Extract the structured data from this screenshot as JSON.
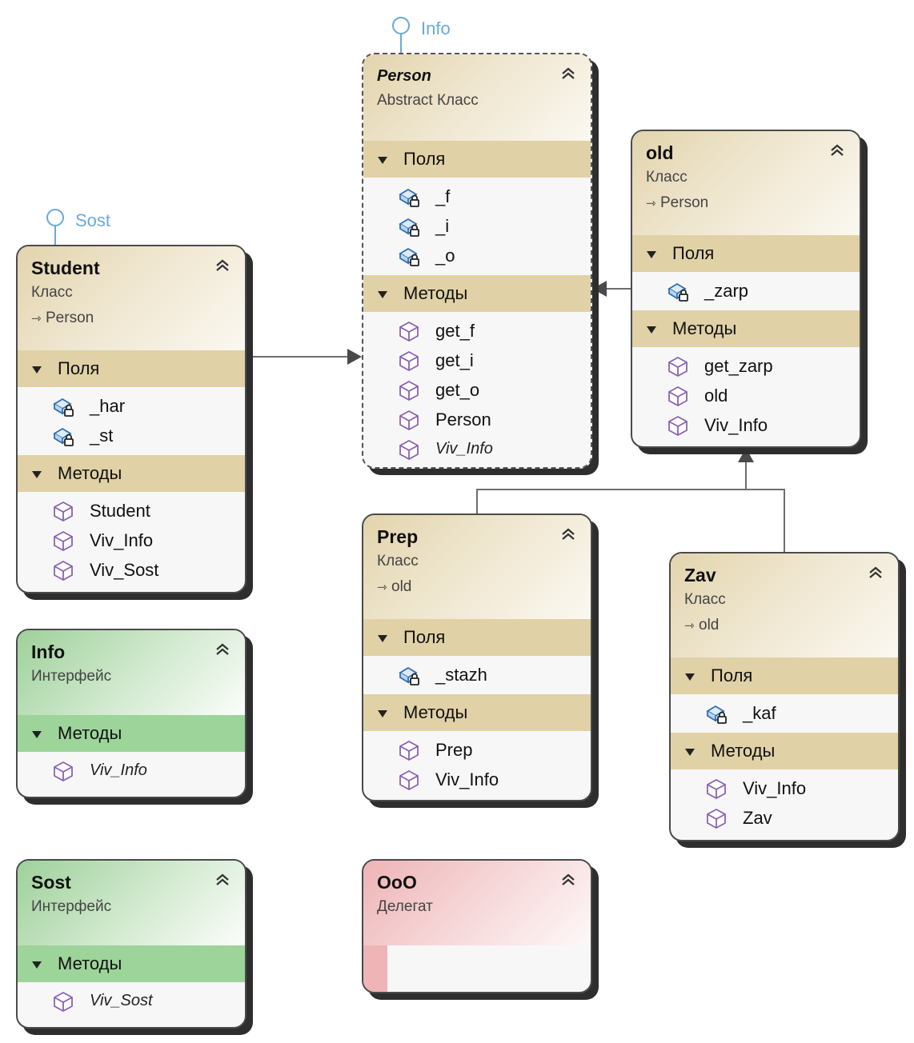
{
  "lollipops": {
    "info": "Info",
    "sost": "Sost"
  },
  "person": {
    "name": "Person",
    "kind": "Abstract Класс",
    "fields_label": "Поля",
    "fields": [
      "_f",
      "_i",
      "_o"
    ],
    "methods_label": "Методы",
    "methods": [
      "get_f",
      "get_i",
      "get_o",
      "Person",
      "Viv_Info"
    ]
  },
  "old": {
    "name": "old",
    "kind": "Класс",
    "base": "Person",
    "fields_label": "Поля",
    "fields": [
      "_zarp"
    ],
    "methods_label": "Методы",
    "methods": [
      "get_zarp",
      "old",
      "Viv_Info"
    ]
  },
  "student": {
    "name": "Student",
    "kind": "Класс",
    "base": "Person",
    "fields_label": "Поля",
    "fields": [
      "_har",
      "_st"
    ],
    "methods_label": "Методы",
    "methods": [
      "Student",
      "Viv_Info",
      "Viv_Sost"
    ]
  },
  "info": {
    "name": "Info",
    "kind": "Интерфейс",
    "methods_label": "Методы",
    "methods": [
      "Viv_Info"
    ]
  },
  "sost": {
    "name": "Sost",
    "kind": "Интерфейс",
    "methods_label": "Методы",
    "methods": [
      "Viv_Sost"
    ]
  },
  "prep": {
    "name": "Prep",
    "kind": "Класс",
    "base": "old",
    "fields_label": "Поля",
    "fields": [
      "_stazh"
    ],
    "methods_label": "Методы",
    "methods": [
      "Prep",
      "Viv_Info"
    ]
  },
  "zav": {
    "name": "Zav",
    "kind": "Класс",
    "base": "old",
    "fields_label": "Поля",
    "fields": [
      "_kaf"
    ],
    "methods_label": "Методы",
    "methods": [
      "Viv_Info",
      "Zav"
    ]
  },
  "ooo": {
    "name": "OoO",
    "kind": "Делегат"
  },
  "colors": {
    "class_header": "#e0d1a6",
    "interface_header": "#9cd49a",
    "delegate_header": "#eeb4b6",
    "lollipop": "#6aa9d8",
    "method_icon": "#8a62b3",
    "field_icon": "#2f6fb0"
  }
}
